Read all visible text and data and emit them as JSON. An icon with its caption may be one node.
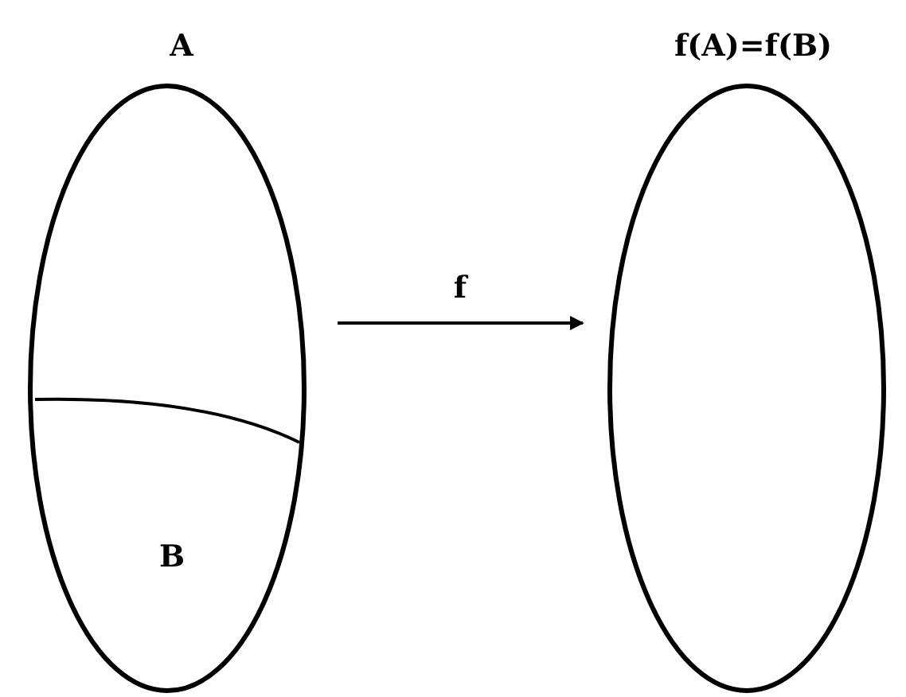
{
  "diagram": {
    "nodes": [
      {
        "text": [
          "A"
        ]
      },
      {
        "text": [
          "B"
        ],
        "in": 0
      },
      {
        "text": [
          "f(A)=f(B)"
        ]
      }
    ],
    "edges": [
      {
        "from": 0,
        "to": 2,
        "arrow": "to",
        "label": "f"
      }
    ]
  }
}
